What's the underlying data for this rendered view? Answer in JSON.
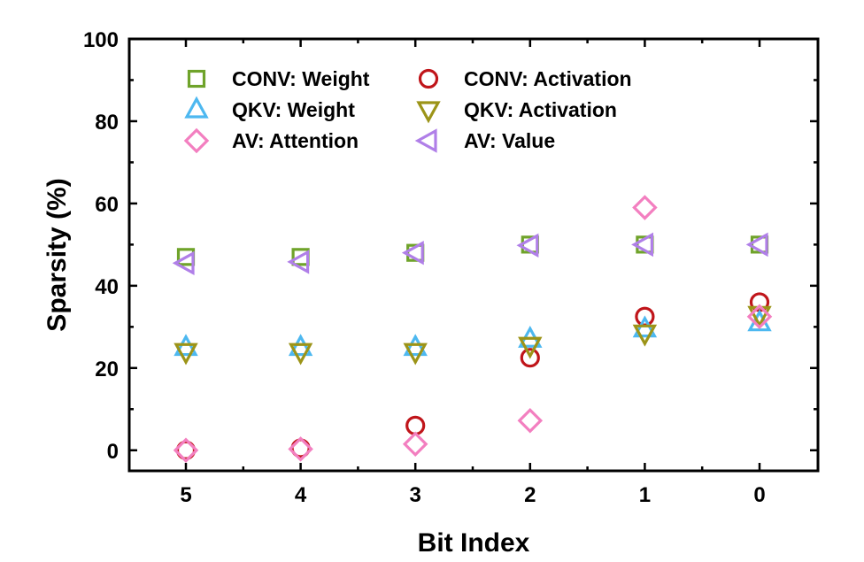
{
  "chart_data": {
    "type": "scatter",
    "title": "",
    "xlabel": "Bit Index",
    "ylabel": "Sparsity (%)",
    "x": [
      5,
      4,
      3,
      2,
      1,
      0
    ],
    "xticks": [
      "5",
      "4",
      "3",
      "2",
      "1",
      "0"
    ],
    "ylim": [
      -5,
      100
    ],
    "yticks": [
      0,
      20,
      40,
      60,
      80,
      100
    ],
    "grid": false,
    "legend_placement": "top-left",
    "series": [
      {
        "name": "CONV: Weight",
        "marker": "square",
        "color": "#6fa32a",
        "values": [
          47,
          47,
          48,
          50,
          50,
          50
        ]
      },
      {
        "name": "CONV: Activation",
        "marker": "circle",
        "color": "#c0151a",
        "values": [
          0,
          0.5,
          6,
          22.5,
          32.5,
          36
        ]
      },
      {
        "name": "QKV: Weight",
        "marker": "triangle-up",
        "color": "#4db8f0",
        "values": [
          25,
          25,
          25,
          27,
          29.5,
          31
        ]
      },
      {
        "name": "QKV: Activation",
        "marker": "triangle-down",
        "color": "#9c9418",
        "values": [
          24,
          24,
          24,
          25.5,
          28.5,
          33
        ]
      },
      {
        "name": "AV: Attention",
        "marker": "diamond",
        "color": "#f37fc0",
        "values": [
          0,
          0.3,
          1.5,
          7.2,
          59,
          32.5
        ]
      },
      {
        "name": "AV: Value",
        "marker": "triangle-left",
        "color": "#b07fe8",
        "values": [
          45.5,
          45.8,
          48,
          49.8,
          50,
          50
        ]
      }
    ]
  }
}
